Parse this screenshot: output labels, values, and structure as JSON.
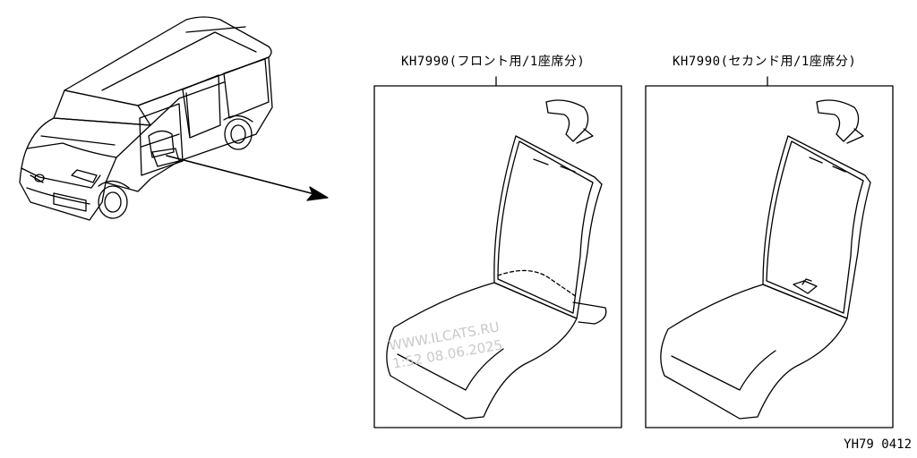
{
  "labels": {
    "front": "KH7990(フロント用/1座席分)",
    "second": "KH7990(セカンド用/1座席分)"
  },
  "footer_code": "YH79 0412",
  "watermark": {
    "line1": "WWW.ILCATS.RU",
    "line2": "1:52 08.06.2025"
  },
  "figures": {
    "vehicle": "minivan-illustration",
    "front_seat_cover": "seat-cover-front",
    "second_seat_cover": "seat-cover-second"
  }
}
